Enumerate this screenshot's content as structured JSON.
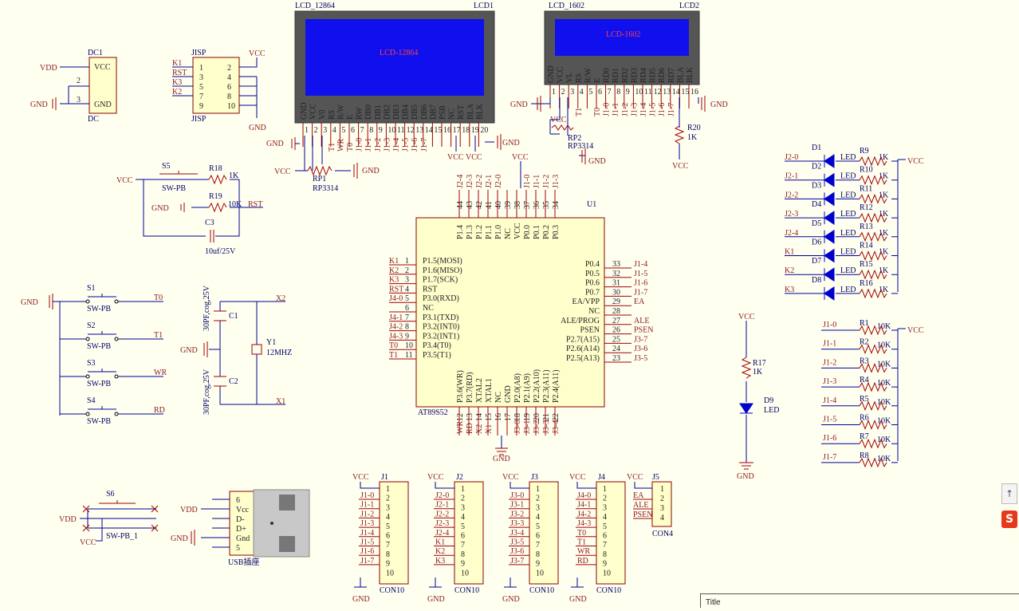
{
  "lcd12864": {
    "name": "LCD_12864",
    "ref": "LCD1",
    "screen": "LCD-12864",
    "pins": [
      "GND",
      "VCC",
      "V0",
      "RS",
      "R/W",
      "E",
      "RW",
      "DB0",
      "DB1",
      "DB2",
      "DB3",
      "DB4",
      "DB5",
      "DB6",
      "DB7",
      "PSB",
      "NC",
      "RST",
      "BLA",
      "BLK"
    ],
    "nets": [
      "",
      "",
      "",
      "T1",
      "WR",
      "T0",
      "J1-0",
      "J1-1",
      "J1-2",
      "J1-3",
      "J1-4",
      "J1-5",
      "J1-6",
      "J1-7",
      "",
      "",
      "",
      "",
      "",
      ""
    ]
  },
  "lcd1602": {
    "name": "LCD_1602",
    "ref": "LCD2",
    "screen": "LCD-1602",
    "pins": [
      "GND",
      "VCC",
      "VL",
      "RS",
      "R/W",
      "E",
      "RD0",
      "RD1",
      "RD2",
      "RD3",
      "RD4",
      "RD5",
      "RD6",
      "RD7",
      "BLA",
      "BLK"
    ],
    "nets": [
      "",
      "",
      "",
      "T1",
      "",
      "T0",
      "J1-0",
      "J1-1",
      "J1-2",
      "J1-3",
      "J1-4",
      "J1-5",
      "J1-6",
      "J1-7",
      "",
      ""
    ]
  },
  "dc1": {
    "ref": "DC1",
    "name": "DC",
    "pin_vcc": "VCC",
    "pin_gnd": "GND",
    "n2": "2",
    "n3": "3"
  },
  "jisp": {
    "ref": "JISP",
    "name": "JISP",
    "left": [
      "1",
      "3",
      "5",
      "7",
      "9"
    ],
    "right": [
      "2",
      "4",
      "6",
      "8",
      "10"
    ],
    "nets": [
      "K1",
      "RST",
      "K3",
      "K2"
    ]
  },
  "u1": {
    "ref": "U1",
    "name": "AT89S52",
    "left": [
      [
        "K1",
        "1",
        "P1.5(MOSI)"
      ],
      [
        "K2",
        "2",
        "P1.6(MISO)"
      ],
      [
        "K3",
        "3",
        "P1.7(SCK)"
      ],
      [
        "RST",
        "4",
        "RST"
      ],
      [
        "J4-0",
        "5",
        "P3.0(RXD)"
      ],
      [
        "",
        "6",
        "NC"
      ],
      [
        "J4-1",
        "7",
        "P3.1(TXD)"
      ],
      [
        "J4-2",
        "8",
        "P3.2(INT0)"
      ],
      [
        "J4-3",
        "9",
        "P3.2(INT1)"
      ],
      [
        "T0",
        "10",
        "P3.4(T0)"
      ],
      [
        "T1",
        "11",
        "P3.5(T1)"
      ]
    ],
    "right": [
      [
        "J1-4",
        "33",
        "P0.4"
      ],
      [
        "J1-5",
        "32",
        "P0.5"
      ],
      [
        "J1-6",
        "31",
        "P0.6"
      ],
      [
        "J1-7",
        "30",
        "P0.7"
      ],
      [
        "EA",
        "29",
        "EA/VPP"
      ],
      [
        "",
        "28",
        "NC"
      ],
      [
        "ALE",
        "27",
        "ALE/PROG"
      ],
      [
        "PSEN",
        "26",
        "PSEN"
      ],
      [
        "J3-7",
        "25",
        "P2.7(A15)"
      ],
      [
        "J3-6",
        "24",
        "P2.6(A14)"
      ],
      [
        "J3-5",
        "23",
        "P2.5(A13)"
      ]
    ],
    "top": [
      [
        "J2-4",
        "44",
        "P1.4"
      ],
      [
        "J2-3",
        "43",
        "P1.3"
      ],
      [
        "J2-2",
        "42",
        "P1.2"
      ],
      [
        "J2-1",
        "41",
        "P1.1"
      ],
      [
        "J2-0",
        "40",
        "P1.0"
      ],
      [
        "",
        "39",
        "NC"
      ],
      [
        "VCC",
        "38",
        "VCC"
      ],
      [
        "J1-0",
        "37",
        "P0.0"
      ],
      [
        "J1-1",
        "36",
        "P0.1"
      ],
      [
        "J1-2",
        "35",
        "P0.2"
      ],
      [
        "J1-3",
        "34",
        "P0.3"
      ]
    ],
    "bottom": [
      [
        "WR",
        "12",
        "P3.6(WR)"
      ],
      [
        "RD",
        "13",
        "P3.7(RD)"
      ],
      [
        "X2",
        "14",
        "XTAL2"
      ],
      [
        "X1",
        "15",
        "XTAL1"
      ],
      [
        "",
        "16",
        "NC"
      ],
      [
        "",
        "17",
        "GND"
      ],
      [
        "J3-0",
        "18",
        "P2.0(A8)"
      ],
      [
        "J3-1",
        "19",
        "P2.1(A9)"
      ],
      [
        "J3-2",
        "20",
        "P2.2(A10)"
      ],
      [
        "J3-3",
        "21",
        "P2.3(A11)"
      ],
      [
        "J3-4",
        "22",
        "P2.4(A11)"
      ]
    ]
  },
  "leds": {
    "refs": [
      "D1",
      "D2",
      "D3",
      "D4",
      "D5",
      "D6",
      "D7",
      "D8"
    ],
    "nets": [
      "J2-0",
      "J2-1",
      "J2-2",
      "J2-3",
      "J2-4",
      "K1",
      "K2",
      "K3"
    ],
    "res": [
      "R9",
      "R10",
      "R11",
      "R12",
      "R13",
      "R14",
      "R15",
      "R16"
    ],
    "type": "LED",
    "value": "1K",
    "vcc": "VCC"
  },
  "pullups": {
    "refs": [
      "R1",
      "R2",
      "R3",
      "R4",
      "R5",
      "R6",
      "R7",
      "R8"
    ],
    "nets": [
      "J1-0",
      "J1-1",
      "J1-2",
      "J1-3",
      "J1-4",
      "J1-5",
      "J1-6",
      "J1-7"
    ],
    "value": "10K",
    "vcc": "VCC"
  },
  "reset": {
    "s": "S5",
    "s_name": "SW-PB",
    "r18": "R18",
    "r18v": "1K",
    "r19": "R19",
    "r19v": "10K",
    "c3": "C3",
    "c3v": "10uf/25V",
    "rst": "RST",
    "vcc": "VCC",
    "gnd": "GND"
  },
  "switches": [
    {
      "ref": "S1",
      "net": "T0"
    },
    {
      "ref": "S2",
      "net": "T1"
    },
    {
      "ref": "S3",
      "net": "WR"
    },
    {
      "ref": "S4",
      "net": "RD"
    }
  ],
  "sw_name": "SW-PB",
  "crystal": {
    "c1": "C1",
    "c2": "C2",
    "cval": "30PF,cog,25V",
    "y": "Y1",
    "yv": "12MHZ",
    "x1": "X1",
    "x2": "X2"
  },
  "pot1": {
    "ref": "RP1",
    "val": "RP3314"
  },
  "pot2": {
    "ref": "RP2",
    "val": "RP3314"
  },
  "r17": {
    "ref": "R17",
    "val": "1K",
    "d9": "D9",
    "d9v": "LED"
  },
  "r20": {
    "ref": "R20",
    "val": "1K"
  },
  "s6": {
    "ref": "S6",
    "name": "SW-PB_1"
  },
  "usb": {
    "name": "USB插座",
    "pins": [
      "6",
      "Vcc",
      "D-",
      "D+",
      "Gnd",
      "5"
    ]
  },
  "headers": [
    {
      "ref": "J1",
      "name": "CON10",
      "nets": [
        "J1-0",
        "J1-1",
        "J1-2",
        "J1-3",
        "J1-4",
        "J1-5",
        "J1-6",
        "J1-7"
      ]
    },
    {
      "ref": "J2",
      "name": "CON10",
      "nets": [
        "J2-0",
        "J2-1",
        "J2-2",
        "J2-3",
        "J2-4",
        "K1",
        "K2",
        "K3"
      ]
    },
    {
      "ref": "J3",
      "name": "CON10",
      "nets": [
        "J3-0",
        "J3-1",
        "J3-2",
        "J3-3",
        "J3-4",
        "J3-5",
        "J3-6",
        "J3-7"
      ]
    },
    {
      "ref": "J4",
      "name": "CON10",
      "nets": [
        "J4-0",
        "J4-1",
        "J4-2",
        "J4-3",
        "T0",
        "T1",
        "WR",
        "RD"
      ]
    }
  ],
  "j5": {
    "ref": "J5",
    "name": "CON4",
    "nets": [
      "EA",
      "ALE",
      "PSEN"
    ],
    "pins": [
      "1",
      "2",
      "3",
      "4"
    ]
  },
  "pinnums10": [
    "1",
    "2",
    "3",
    "4",
    "5",
    "6",
    "7",
    "8",
    "9",
    "10"
  ],
  "g": {
    "vcc": "VCC",
    "vdd": "VDD",
    "gnd": "GND"
  },
  "title_label": "Title",
  "ui": {
    "zoom": "↑",
    "brand": "S"
  }
}
